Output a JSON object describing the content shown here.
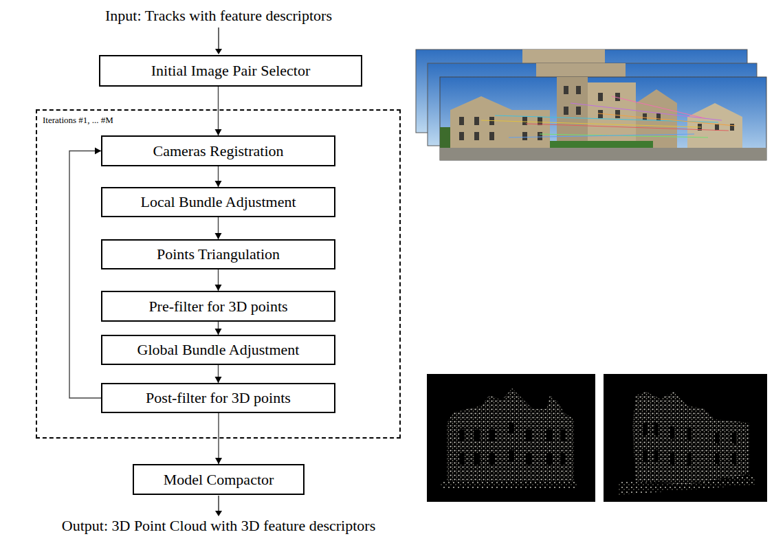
{
  "diagram": {
    "nodes": [
      {
        "text": [
          "Initial Image Pair Selector"
        ]
      },
      {
        "text": [
          "Iterations #1, ... #M"
        ]
      },
      {
        "text": [
          "Cameras Registration"
        ],
        "in": 1
      },
      {
        "text": [
          "Local Bundle Adjustment"
        ],
        "in": 1
      },
      {
        "text": [
          "Points Triangulation"
        ],
        "in": 1
      },
      {
        "text": [
          "Pre-filter for 3D points"
        ],
        "in": 1
      },
      {
        "text": [
          "Global Bundle Adjustment"
        ],
        "in": 1
      },
      {
        "text": [
          "Post-filter for 3D points"
        ],
        "in": 1
      },
      {
        "text": [
          "Model Compactor"
        ]
      }
    ],
    "edges": [
      {
        "from": 0,
        "to": 2,
        "arrow": "to"
      },
      {
        "from": 2,
        "to": 3,
        "arrow": "to"
      },
      {
        "from": 3,
        "to": 4,
        "arrow": "to"
      },
      {
        "from": 4,
        "to": 5,
        "arrow": "to"
      },
      {
        "from": 5,
        "to": 6,
        "arrow": "to"
      },
      {
        "from": 6,
        "to": 7,
        "arrow": "to"
      },
      {
        "from": 7,
        "to": 2,
        "arrow": "to"
      },
      {
        "from": 7,
        "to": 8,
        "arrow": "to"
      }
    ],
    "labels": [
      "Input: Tracks with feature descriptors",
      "Output: 3D Point Cloud with 3D feature descriptors"
    ]
  }
}
